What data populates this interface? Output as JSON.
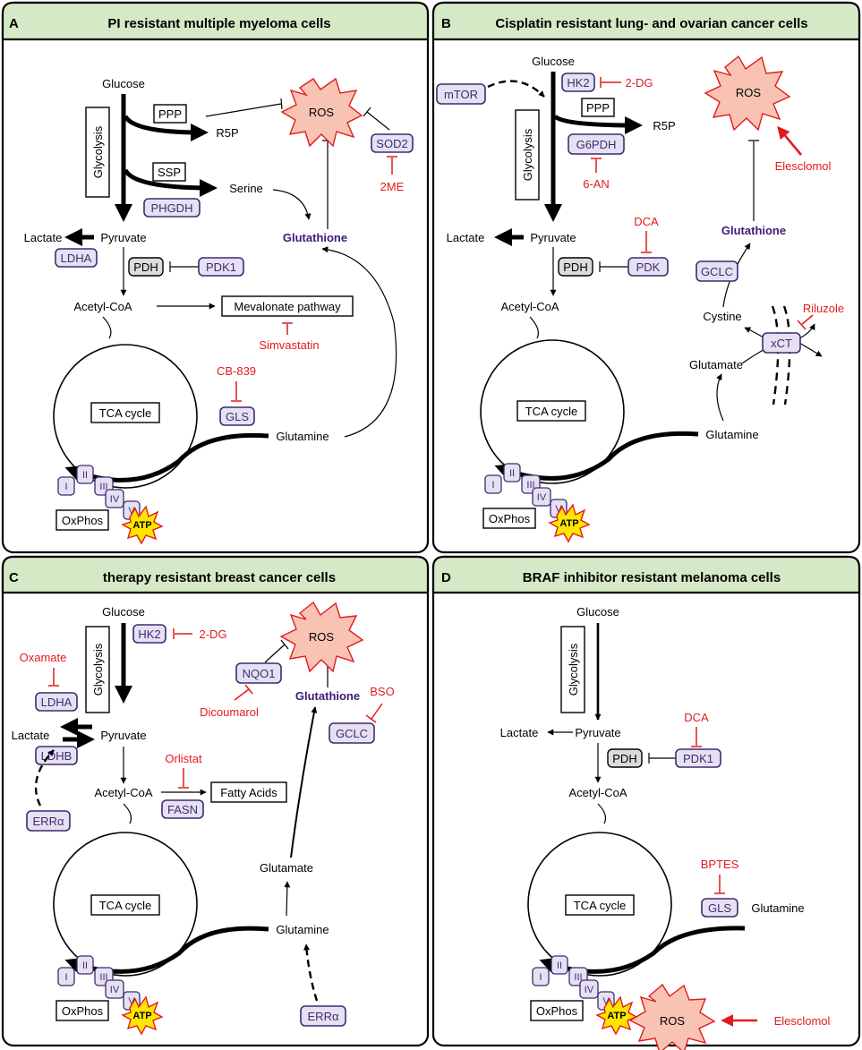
{
  "panels": [
    {
      "letter": "A",
      "title": "PI resistant multiple myeloma cells",
      "labels": {
        "glucose": "Glucose",
        "glycolysis": "Glycolysis",
        "ppp": "PPP",
        "r5p": "R5P",
        "ssp": "SSP",
        "serine": "Serine",
        "phgdh": "PHGDH",
        "lactate": "Lactate",
        "pyruvate": "Pyruvate",
        "ldha": "LDHA",
        "pdh": "PDH",
        "pdk1": "PDK1",
        "acetylcoa": "Acetyl-CoA",
        "mevalonate": "Mevalonate pathway",
        "simvastatin": "Simvastatin",
        "cb839": "CB-839",
        "gls": "GLS",
        "glutamine": "Glutamine",
        "tca": "TCA cycle",
        "glutathione": "Glutathione",
        "ros": "ROS",
        "sod2": "SOD2",
        "twome": "2ME",
        "oxphos": "OxPhos",
        "atp": "ATP"
      }
    },
    {
      "letter": "B",
      "title": "Cisplatin resistant lung- and ovarian cancer cells",
      "labels": {
        "glucose": "Glucose",
        "mtor": "mTOR",
        "hk2": "HK2",
        "twodg": "2-DG",
        "ppp": "PPP",
        "g6pdh": "G6PDH",
        "r5p": "R5P",
        "sixan": "6-AN",
        "glycolysis": "Glycolysis",
        "lactate": "Lactate",
        "pyruvate": "Pyruvate",
        "dca": "DCA",
        "pdh": "PDH",
        "pdk": "PDK",
        "acetylcoa": "Acetyl-CoA",
        "tca": "TCA cycle",
        "glutamine": "Glutamine",
        "glutamate": "Glutamate",
        "cystine": "Cystine",
        "xct": "xCT",
        "riluzole": "Riluzole",
        "gclc": "GCLC",
        "glutathione": "Glutathione",
        "ros": "ROS",
        "elesclomol": "Elesclomol",
        "oxphos": "OxPhos",
        "atp": "ATP"
      }
    },
    {
      "letter": "C",
      "title": "therapy resistant breast cancer cells",
      "labels": {
        "glucose": "Glucose",
        "glycolysis": "Glycolysis",
        "hk2": "HK2",
        "twodg": "2-DG",
        "oxamate": "Oxamate",
        "ldha": "LDHA",
        "ldhb": "LDHB",
        "lactate": "Lactate",
        "pyruvate": "Pyruvate",
        "erra": "ERRα",
        "orlistat": "Orlistat",
        "acetylcoa": "Acetyl-CoA",
        "fattyacids": "Fatty Acids",
        "fasn": "FASN",
        "nqo1": "NQO1",
        "dicoumarol": "Dicoumarol",
        "ros": "ROS",
        "glutathione": "Glutathione",
        "bso": "BSO",
        "gclc": "GCLC",
        "glutamate": "Glutamate",
        "glutamine": "Glutamine",
        "tca": "TCA cycle",
        "erra2": "ERRα",
        "oxphos": "OxPhos",
        "atp": "ATP"
      }
    },
    {
      "letter": "D",
      "title": "BRAF inhibitor resistant melanoma cells",
      "labels": {
        "glucose": "Glucose",
        "glycolysis": "Glycolysis",
        "lactate": "Lactate",
        "pyruvate": "Pyruvate",
        "dca": "DCA",
        "pdh": "PDH",
        "pdk1": "PDK1",
        "acetylcoa": "Acetyl-CoA",
        "bptes": "BPTES",
        "gls": "GLS",
        "glutamine": "Glutamine",
        "tca": "TCA cycle",
        "ros": "ROS",
        "elesclomol": "Elesclomol",
        "oxphos": "OxPhos",
        "atp": "ATP"
      }
    }
  ],
  "complexes": [
    "I",
    "II",
    "III",
    "IV",
    "V"
  ],
  "colors": {
    "panel_header": "#d6e9c6",
    "enzyme_fill": "#e6e1f1",
    "enzyme_stroke": "#3d2b73",
    "inhibitor": "#e31a1c",
    "ros_fill": "#f9c3b3",
    "atp_fill": "#ffe600",
    "glutathione": "#3d1a78"
  }
}
